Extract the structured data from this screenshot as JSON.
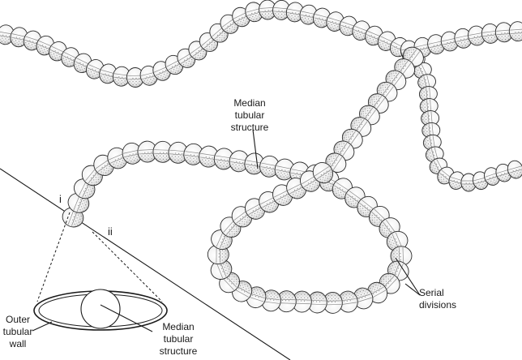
{
  "labels": {
    "median_upper": [
      "Median",
      "tubular",
      "structure"
    ],
    "serial": [
      "Serial",
      "divisions"
    ],
    "outer_wall": [
      "Outer",
      "tubular",
      "wall"
    ],
    "median_lower": [
      "Median",
      "tubular",
      "structure"
    ],
    "cut_i": "i",
    "cut_ii": "ii"
  },
  "colors": {
    "bead_fill": "#f4f4f4",
    "bead_stroke": "#2a2a2a",
    "stipple": "#555555",
    "line": "#1a1a1a"
  }
}
